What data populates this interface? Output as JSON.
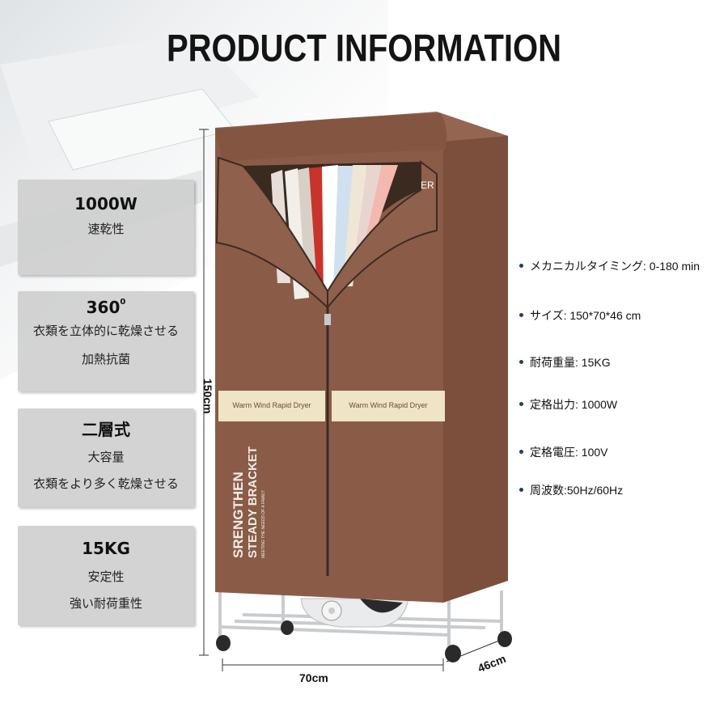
{
  "header": {
    "title": "PRODUCT INFORMATION"
  },
  "features": [
    {
      "heading": "1000W",
      "lines": [
        "速乾性"
      ]
    },
    {
      "heading": "360",
      "heading_sup": "0",
      "lines": [
        "衣類を立体的に乾燥させる",
        "加熱抗菌"
      ]
    },
    {
      "heading": "二層式",
      "lines": [
        "大容量",
        "衣類をより多く乾燥させる"
      ]
    },
    {
      "heading": "15KG",
      "lines": [
        "安定性",
        "強い耐荷重性"
      ]
    }
  ],
  "specs": [
    "メカニカルタイミング: 0-180 min",
    "サイズ: 150*70*46 cm",
    "耐荷重量: 15KG",
    "定格出力: 1000W",
    "定格電圧: 100V",
    "周波数:50Hz/60Hz"
  ],
  "dimensions": {
    "height": "150cm",
    "width": "70cm",
    "depth": "46cm"
  },
  "product": {
    "label_left": "Warm Wind Rapid Dryer",
    "label_right": "Warm Wind Rapid Dryer",
    "slogan_1": "SRENGTHEN",
    "slogan_2": "STEADY BRACKET",
    "slogan_3": "MEETING THE NEEDS OF A FAMILY",
    "brand_partial": "ER"
  },
  "colors": {
    "cover": "#8a5c48",
    "cover_dark": "#6e4533",
    "label_bg": "#efe4c6",
    "card_bg": "#cdcdcd"
  }
}
